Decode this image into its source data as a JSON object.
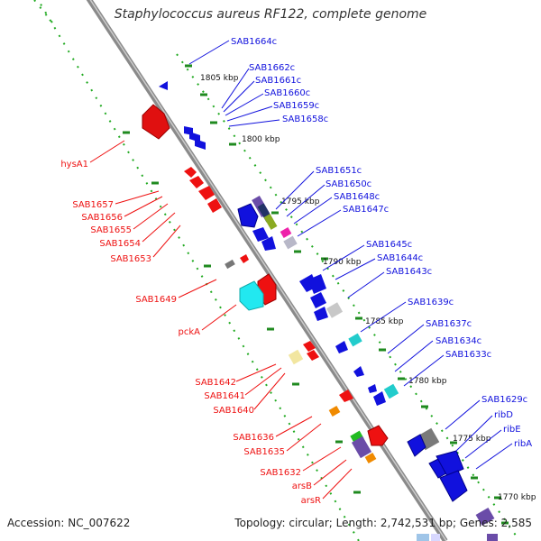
{
  "title": "Staphylococcus aureus RF122, complete genome",
  "accession_text": "Accession: NC_007622",
  "topology_text": "Topology: circular; Length: 2,742,531 bp; Genes: 2,585",
  "colors": {
    "plus_strand": "#ee1111",
    "minus_strand": "#1111dd",
    "backbone": "#808080",
    "dots": "#22aa22"
  },
  "kbp_ticks": [
    "1805 kbp",
    "1800 kbp",
    "1795 kbp",
    "1790 kbp",
    "1785 kbp",
    "1780 kbp",
    "1775 kbp",
    "1770 kbp"
  ],
  "minus_labels": [
    "SAB1664c",
    "SAB1662c",
    "SAB1661c",
    "SAB1660c",
    "SAB1659c",
    "SAB1658c",
    "SAB1651c",
    "SAB1650c",
    "SAB1648c",
    "SAB1647c",
    "SAB1645c",
    "SAB1644c",
    "SAB1643c",
    "SAB1639c",
    "SAB1637c",
    "SAB1634c",
    "SAB1633c",
    "SAB1629c",
    "ribD",
    "ribE",
    "ribA"
  ],
  "plus_labels": [
    "hysA1",
    "SAB1657",
    "SAB1656",
    "SAB1655",
    "SAB1654",
    "SAB1653",
    "SAB1649",
    "pckA",
    "SAB1642",
    "SAB1641",
    "SAB1640",
    "SAB1636",
    "SAB1635",
    "SAB1632",
    "arsB",
    "arsR"
  ]
}
